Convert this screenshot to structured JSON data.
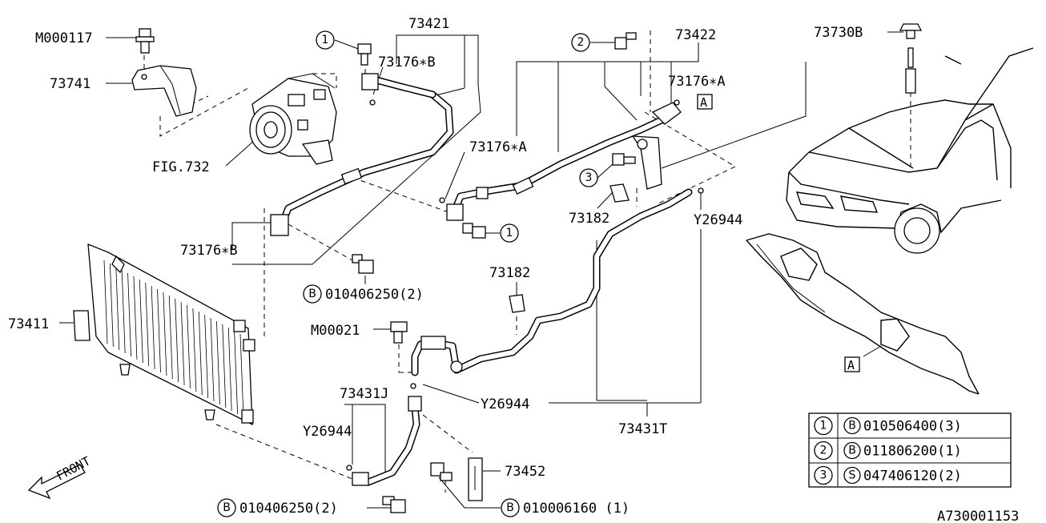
{
  "parts": {
    "m000117": "M000117",
    "p73741": "73741",
    "fig732": "FIG.732",
    "p73421": "73421",
    "p73176b_top": "73176∗B",
    "p73176b_left": "73176∗B",
    "p73422": "73422",
    "p73176a_top": "73176∗A",
    "p73176a_mid": "73176∗A",
    "p73730b": "73730B",
    "p73182_top": "73182",
    "p73182_mid": "73182",
    "y26944_right": "Y26944",
    "y26944_mid": "Y26944",
    "y26944_left": "Y26944",
    "p73411": "73411",
    "m00021": "M00021",
    "p73431j": "73431J",
    "p73431t": "73431T",
    "p73452": "73452",
    "bolt_b_mid": "010406250(2)",
    "bolt_b_bottom": "010406250(2)",
    "bolt_b_73452": "010006160 (1)",
    "front": "FRONT",
    "view_a_top": "A",
    "view_a_bottom": "A",
    "callout_1_top": "1",
    "callout_1_mid": "1",
    "callout_2": "2",
    "callout_3": "3",
    "prefix_b": "B",
    "diagram_id": "A730001153"
  },
  "legend": {
    "rows": [
      {
        "num": "1",
        "prefix": "B",
        "part": "010506400(3)"
      },
      {
        "num": "2",
        "prefix": "B",
        "part": "011806200(1)"
      },
      {
        "num": "3",
        "prefix": "S",
        "part": "047406120(2)"
      }
    ]
  }
}
